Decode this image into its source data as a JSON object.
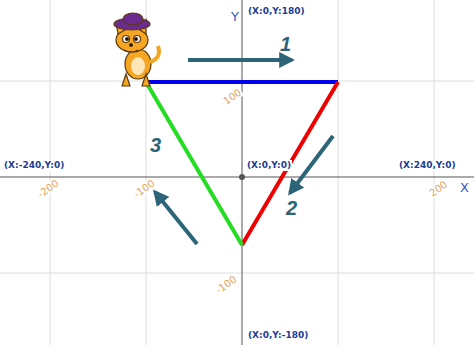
{
  "diagram": {
    "labels": [
      "(X:0,Y:180)",
      "Y",
      "1",
      "(X:-240,Y:0)",
      "(X:0,Y:0)",
      "(X:240,Y:0)",
      "X",
      "-200",
      "-100",
      "200",
      "100",
      "3",
      "2",
      "-100",
      "(X:0,Y:-180)"
    ]
  }
}
